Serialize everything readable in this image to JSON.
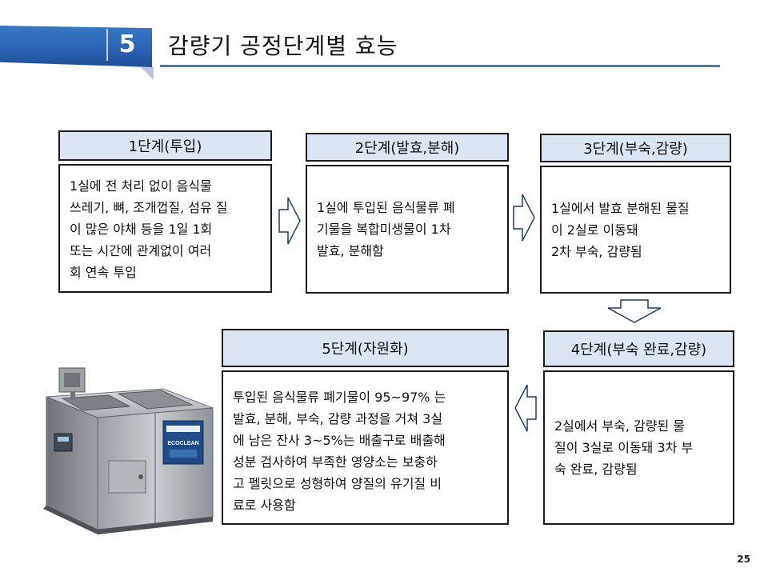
{
  "header": {
    "section_number": "5",
    "title": "감량기 공정단계별 효능"
  },
  "stages": [
    {
      "title": "1단계(투입)",
      "text": "1실에 전 처리 없이 음식물\n쓰레기, 뼈, 조개껍질, 섬유 질\n이 많은 야채 등을 1일 1회\n또는 시간에 관계없이 여러\n회 연속 투입"
    },
    {
      "title": "2단계(발효,분해)",
      "text": "1실에 투입된 음식물류 폐\n기물을 복합미생물이 1차\n발효, 분해함"
    },
    {
      "title": "3단계(부숙,감량)",
      "text": "1실에서 발효 분해된 물질\n이 2실로 이동돼\n 2차 부숙, 감량됨"
    },
    {
      "title": "4단계(부숙 완료,감량)",
      "text": "2실에서 부숙, 감량된 물\n질이 3실로 이동돼 3차 부\n숙 완료, 감량됨"
    },
    {
      "title": "5단계(자원화)",
      "text": "투입된 음식물류 폐기물이 95~97% 는\n발효, 분해, 부숙, 감량 과정을 거쳐 3실\n에 남은 잔사 3~5%는 배출구로 배출해\n성분 검사하여 부족한 영양소는 보충하\n고 펠릿으로 성형하여 양질의 유기질 비\n료로 사용함"
    }
  ],
  "machine_label": "ECOCLEAN",
  "page_number": "25",
  "colors": {
    "ribbon": "#2a63b3",
    "title_line": "#4a78b8",
    "stage_header_fill": "#dce6f2",
    "border": "#1a1a1a"
  }
}
